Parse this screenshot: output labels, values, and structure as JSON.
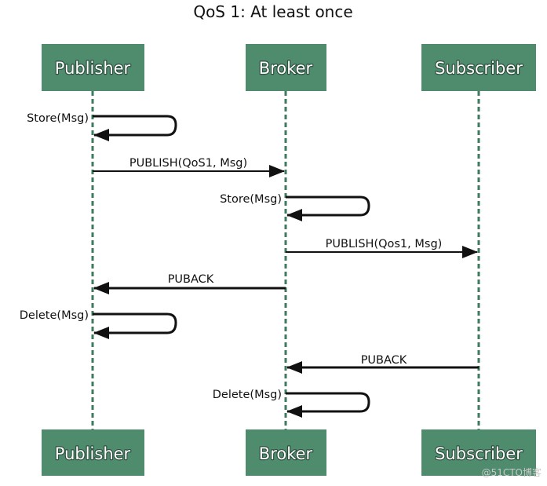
{
  "title": "QoS 1: At least once",
  "participants": {
    "publisher": "Publisher",
    "broker": "Broker",
    "subscriber": "Subscriber"
  },
  "messages": {
    "store_publisher": "Store(Msg)",
    "publish_to_broker": "PUBLISH(QoS1, Msg)",
    "store_broker": "Store(Msg)",
    "publish_to_subscriber": "PUBLISH(Qos1, Msg)",
    "puback_to_publisher": "PUBACK",
    "delete_publisher": "Delete(Msg)",
    "puback_to_broker": "PUBACK",
    "delete_broker": "Delete(Msg)"
  },
  "watermark": "@51CTO博客",
  "colors": {
    "box_fill": "#4f8b6d",
    "lifeline": "#3f7a5e",
    "arrow": "#111111"
  }
}
